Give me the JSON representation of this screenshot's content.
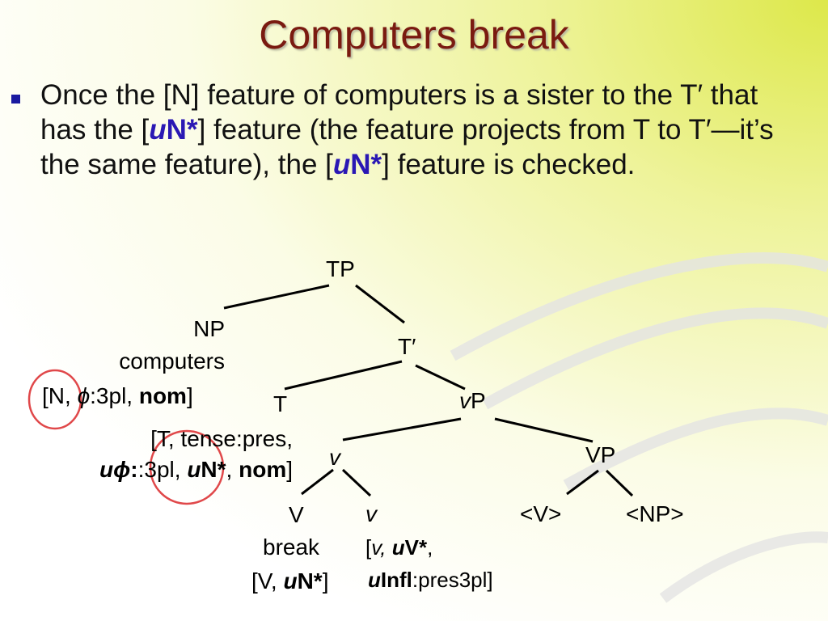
{
  "slide": {
    "title": "Computers break",
    "bullet": {
      "p1": "Once the [N] feature of computers is a sister to the T′ that has the [",
      "u1": "u",
      "n1": "N*",
      "p2": "] feature (the feature projects from T to T′—it’s the same feature), the [",
      "u2": "u",
      "n2": "N*",
      "p3": "] feature is checked."
    }
  },
  "tree": {
    "tp": "TP",
    "np": "NP",
    "np_word": "computers",
    "np_feat_open": "[N, ",
    "phi": "ϕ",
    "np_feat_mid": ":3pl, ",
    "nom": "nom",
    "close": "]",
    "tbar": "T′",
    "t": "T",
    "t_feat1": "[T, tense:pres,",
    "u": "u",
    "t_feat2_mid": ":3pl, ",
    "t_un": "N*",
    "comma": ", ",
    "vp_small_v": "v",
    "vp_small_p": "P",
    "v_small": "v",
    "VP": "VP",
    "V": "V",
    "V_word": "break",
    "V_feat_open": "[V, ",
    "V_feat_N": "N*",
    "V_feat_close": "]",
    "v2": "v",
    "v2_feat_open": "[",
    "v2_feat_v": "v,",
    "v2_feat_u": "u",
    "v2_feat_V": "V*",
    "v2_feat_comma": ",",
    "infl": "Infl",
    "infl_rest": ":pres3pl]",
    "tV": "<V>",
    "tNP": "<NP>"
  },
  "colors": {
    "title": "#7a1a10",
    "accent": "#2a18b4",
    "circle": "#e0484a",
    "bullet_mark": "#1a1aa0"
  },
  "icons": {
    "circle_markers": "red-ellipse-highlight"
  }
}
